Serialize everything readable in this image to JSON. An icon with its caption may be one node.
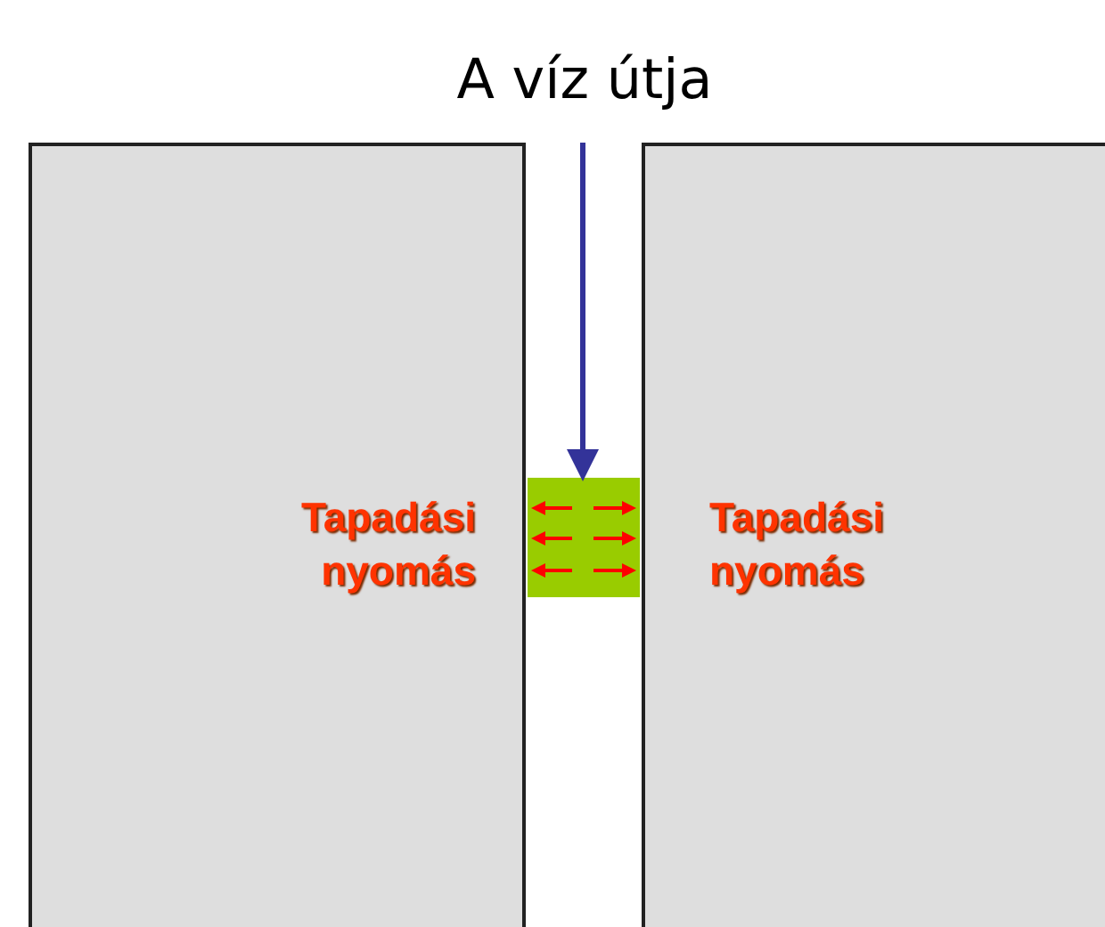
{
  "diagram": {
    "title": "A víz útja",
    "nodes": [
      {
        "text": [
          "Tapadási nyomás"
        ]
      },
      {
        "text": [
          "Tapadási nyomás"
        ]
      },
      {
        "text": [],
        "shape": "box"
      }
    ],
    "edges": [
      {
        "from": null,
        "to": 2,
        "arrow": "to",
        "color": "#333399"
      }
    ]
  }
}
